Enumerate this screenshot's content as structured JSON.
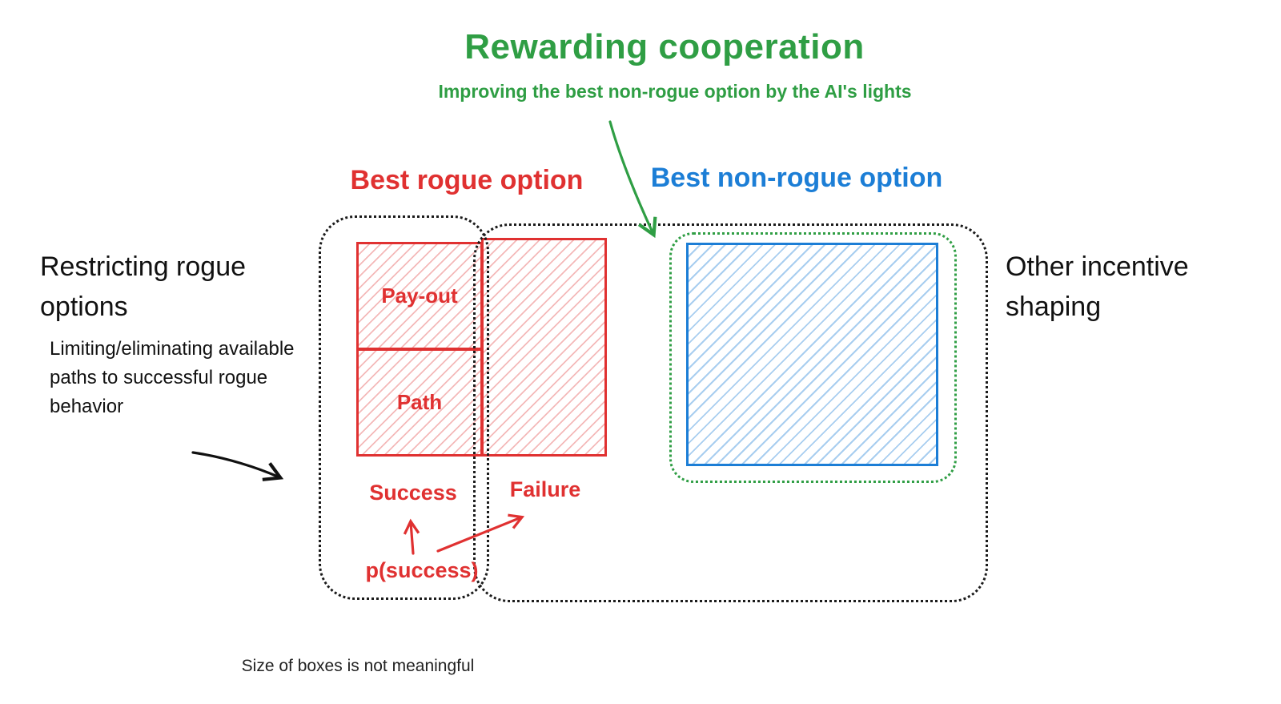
{
  "diagram": {
    "title": "Rewarding cooperation",
    "subtitle": "Improving the best non-rogue option by the AI's lights",
    "rogue": {
      "heading": "Best rogue option",
      "payout": "Pay-out",
      "path": "Path",
      "success": "Success",
      "failure": "Failure",
      "p_success": "p(success)"
    },
    "non_rogue": {
      "heading": "Best non-rogue option"
    },
    "left_note": {
      "heading": "Restricting rogue options",
      "detail": "Limiting/eliminating available paths to successful rogue behavior"
    },
    "right_note": {
      "heading": "Other incentive shaping"
    },
    "footnote": "Size of boxes is not meaningful",
    "colors": {
      "green": "#2f9e44",
      "red": "#e03131",
      "blue": "#1c7ed6",
      "ink": "#1d1d1f"
    }
  }
}
